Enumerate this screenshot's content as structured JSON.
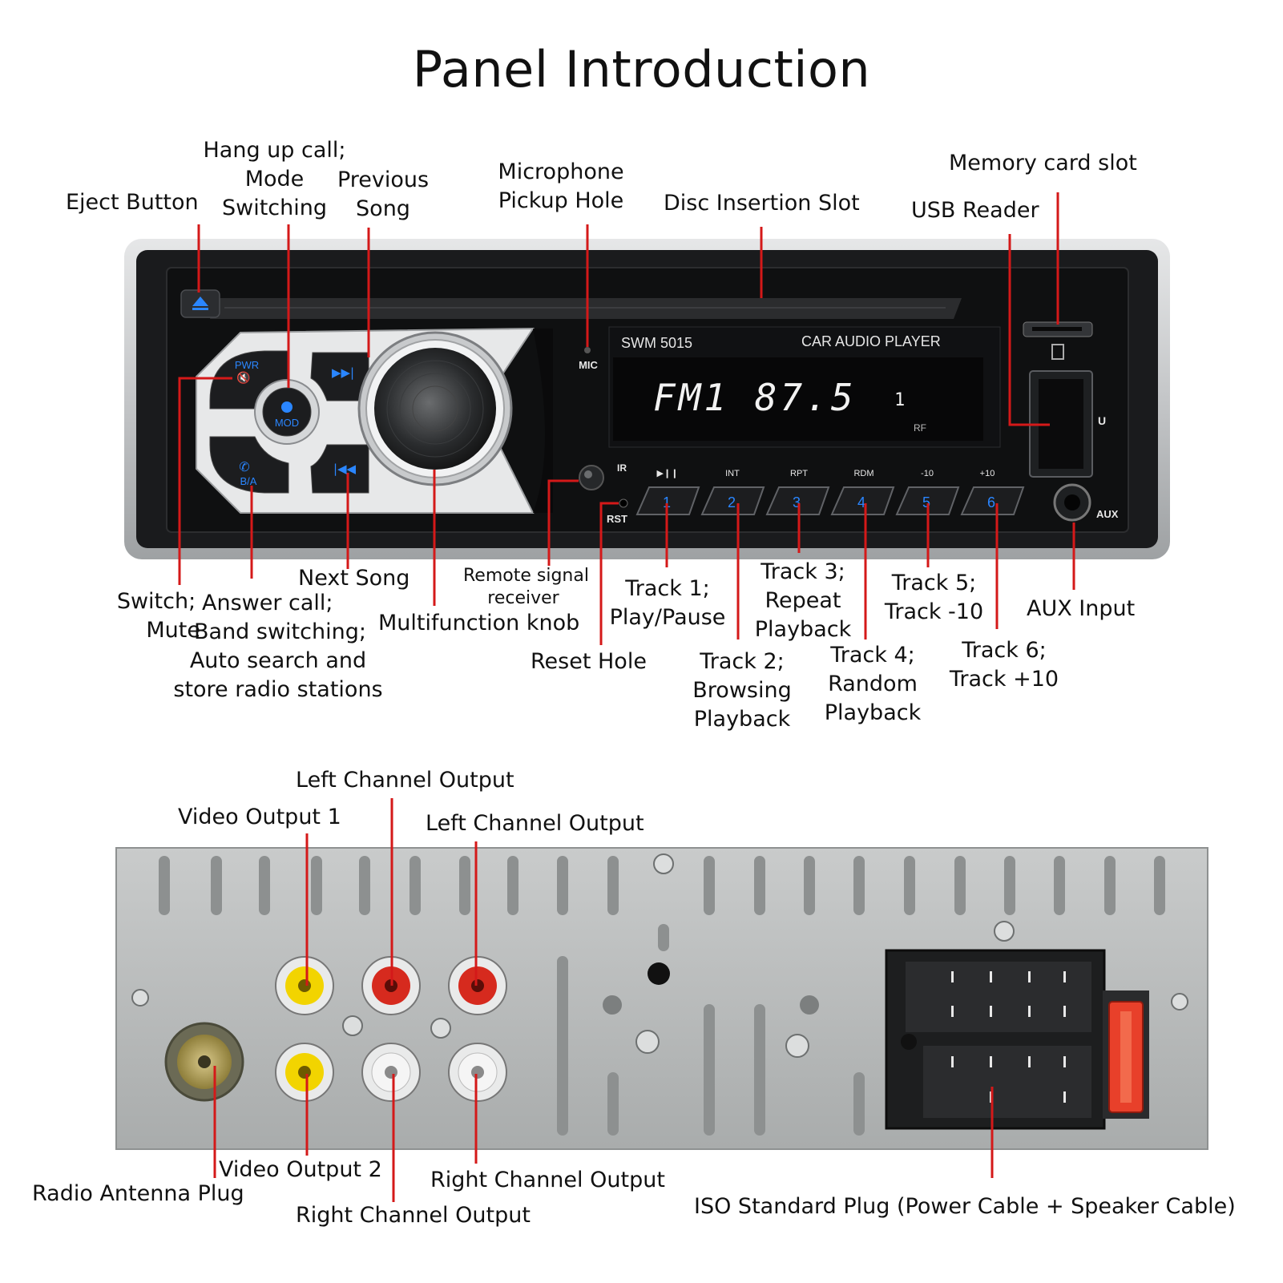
{
  "title": "Panel Introduction",
  "front": {
    "eject": "Eject Button",
    "mode": [
      "Hang up call;",
      "Mode",
      "Switching"
    ],
    "prev": [
      "Previous",
      "Song"
    ],
    "mic": [
      "Microphone",
      "Pickup Hole"
    ],
    "disc": "Disc Insertion Slot",
    "memory": "Memory card slot",
    "usb": "USB Reader",
    "switch": [
      "Switch;",
      "Mute"
    ],
    "answer": [
      "Answer call;",
      "Band switching;",
      "Auto search and",
      "store radio stations"
    ],
    "next": "Next Song",
    "remote": [
      "Remote signal",
      "receiver"
    ],
    "knob": "Multifunction knob",
    "reset": "Reset Hole",
    "track1": [
      "Track 1;",
      "Play/Pause"
    ],
    "track2": [
      "Track 2;",
      "Browsing",
      "Playback"
    ],
    "track3": [
      "Track 3;",
      "Repeat",
      "Playback"
    ],
    "track4": [
      "Track 4;",
      "Random",
      "Playback"
    ],
    "track5": [
      "Track 5;",
      "Track -10"
    ],
    "track6": [
      "Track 6;",
      "Track +10"
    ],
    "aux": "AUX Input"
  },
  "device": {
    "model": "SWM  5015",
    "name": "CAR AUDIO PLAYER",
    "display": "FM1  87.5",
    "display_ch": "1",
    "rf": "RF",
    "mic": "MIC",
    "ir": "IR",
    "rst": "RST",
    "aux": "AUX",
    "usb_mark": "U",
    "pwr": "PWR",
    "mod": "MOD",
    "ba": "B/A",
    "fn_labels": [
      "▶❙❙",
      "INT",
      "RPT",
      "RDM",
      "-10",
      "+10"
    ],
    "preset_numbers": [
      "1",
      "2",
      "3",
      "4",
      "5",
      "6"
    ]
  },
  "rear": {
    "video1": "Video Output 1",
    "left1": "Left Channel Output",
    "left2": "Left Channel Output",
    "antenna": "Radio Antenna Plug",
    "video2": "Video Output 2",
    "right2": "Right Channel Output",
    "right1": "Right Channel Output",
    "iso": "ISO Standard Plug (Power Cable + Speaker Cable)"
  },
  "colors": {
    "callout": "#d41919",
    "lcd_text": "#f2f2f2",
    "button_blue": "#2a86ff",
    "chassis": "#b9bcbc",
    "rca_yellow": "#f2d400",
    "rca_red": "#d62a1e",
    "rca_white": "#e8e8e8",
    "fuse": "#e8402a"
  }
}
